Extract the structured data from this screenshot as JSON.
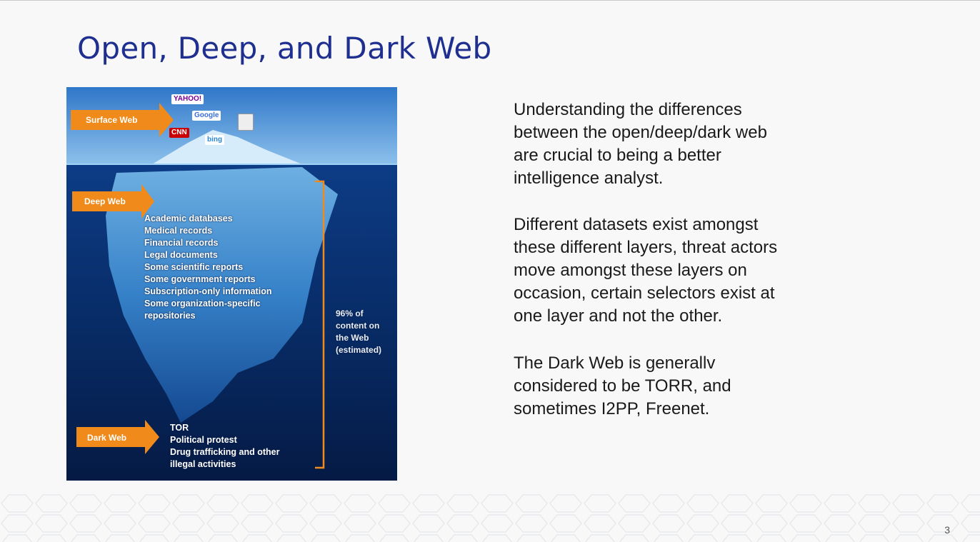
{
  "slide": {
    "title": "Open, Deep, and Dark Web",
    "page_number": "3"
  },
  "infographic": {
    "surface_label": "Surface Web",
    "deep_label": "Deep Web",
    "dark_label": "Dark Web",
    "logos": [
      "YAHOO!",
      "Google",
      "CNN",
      "bing"
    ],
    "deep_items": [
      "Academic databases",
      "Medical records",
      "Financial records",
      "Legal documents",
      "Some scientific reports",
      "Some government reports",
      "Subscription-only information",
      "Some organization-specific",
      "repositories"
    ],
    "dark_items": [
      "TOR",
      "Political protest",
      "Drug trafficking and other",
      "illegal activities"
    ],
    "pct_lines": [
      "96% of",
      "content on",
      "the Web",
      "(estimated)"
    ],
    "colors": {
      "arrow": "#f08a1a",
      "ocean": "#0a2a6b",
      "sky": "#4a8fd4"
    }
  },
  "body": {
    "paragraph1": [
      "Understanding the differences",
      "between the open/deep/dark web",
      "are crucial to being a better",
      "intelligence analyst."
    ],
    "paragraph2": [
      "Different datasets exist amongst",
      "these different layers, threat actors",
      "move amongst these layers on",
      "occasion, certain selectors exist at",
      "one layer and not the other."
    ],
    "paragraph3": [
      "The Dark Web is generallv",
      "considered to be TORR, and",
      "sometimes I2PP, Freenet."
    ]
  },
  "colors": {
    "title": "#1f2f8f"
  }
}
